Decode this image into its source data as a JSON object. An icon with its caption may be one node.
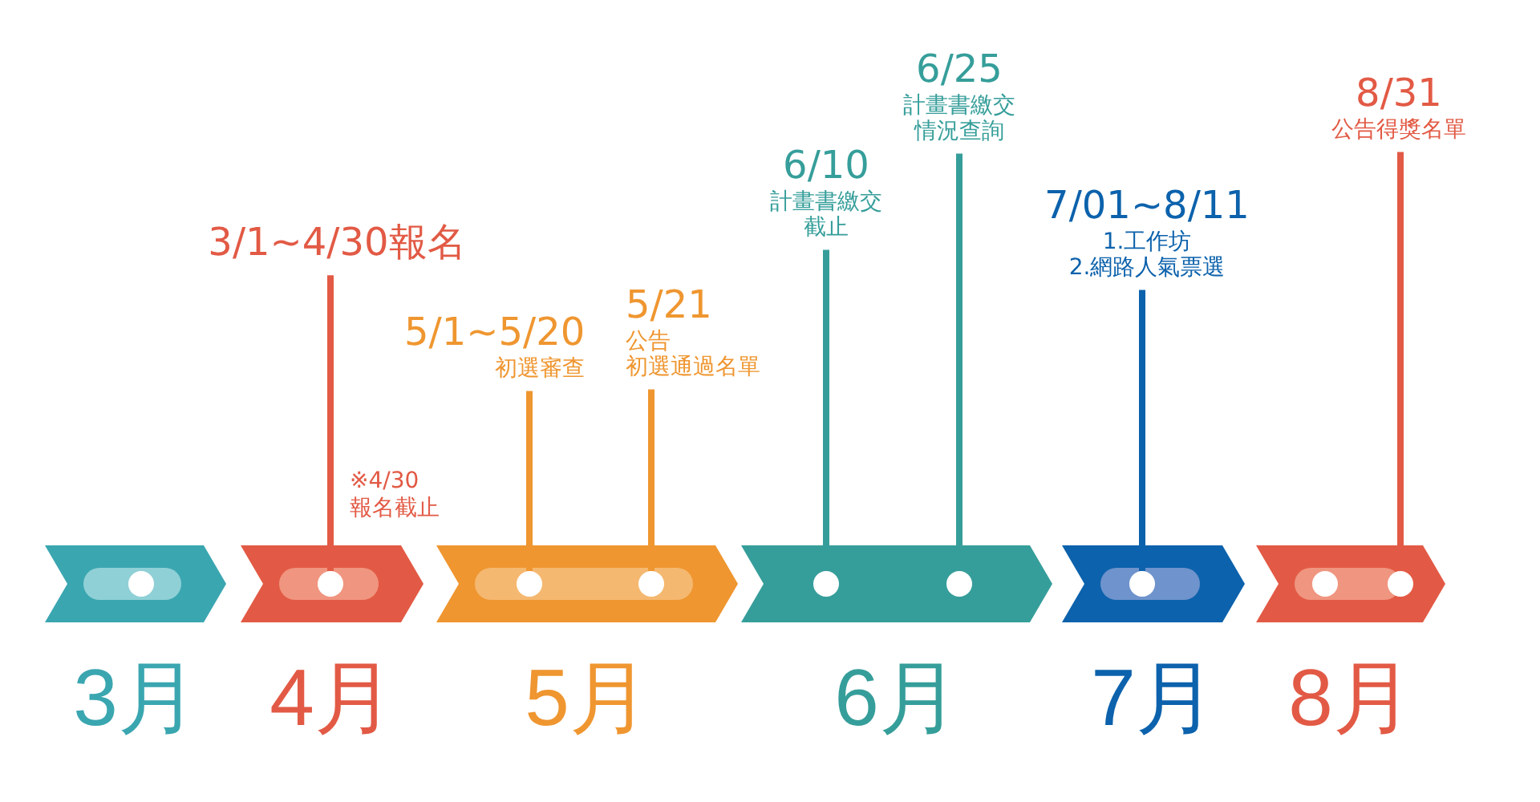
{
  "diagram": {
    "nodes": [
      {
        "text": [
          "3月"
        ]
      },
      {
        "text": [],
        "shape": "circle",
        "in": 0
      },
      {
        "text": [
          "4月"
        ]
      },
      {
        "text": [],
        "shape": "circle",
        "in": 2
      },
      {
        "text": [
          "5月"
        ]
      },
      {
        "text": [],
        "shape": "circle",
        "in": 4
      },
      {
        "text": [],
        "shape": "circle",
        "in": 4
      },
      {
        "text": [
          "6月"
        ]
      },
      {
        "text": [],
        "shape": "circle",
        "in": 7
      },
      {
        "text": [],
        "shape": "circle",
        "in": 7
      },
      {
        "text": [
          "7月"
        ]
      },
      {
        "text": [],
        "shape": "circle",
        "in": 10
      },
      {
        "text": [
          "8月"
        ]
      },
      {
        "text": [],
        "shape": "circle",
        "in": 12
      },
      {
        "text": [],
        "shape": "circle",
        "in": 12
      },
      {
        "text": [
          "3/1~4/30報名"
        ]
      },
      {
        "text": [
          "5/1~5/20",
          "初選審查"
        ]
      },
      {
        "text": [
          "5/21",
          "公告",
          "初選通過名單"
        ]
      },
      {
        "text": [
          "6/10",
          "計畫書繳交",
          "截止"
        ]
      },
      {
        "text": [
          "6/25",
          "計畫書繳交",
          "情況查詢"
        ]
      },
      {
        "text": [
          "7/01~8/11",
          "1.工作坊",
          "2.網路人氣票選"
        ]
      },
      {
        "text": [
          "8/31",
          "公告得獎名單"
        ]
      }
    ],
    "edges": [
      {
        "from": 15,
        "to": 3,
        "arrow": "none",
        "color": "#e25a45"
      },
      {
        "from": 16,
        "to": 5,
        "arrow": "none",
        "color": "#ef9630"
      },
      {
        "from": 17,
        "to": 6,
        "arrow": "none",
        "color": "#ef9630"
      },
      {
        "from": 18,
        "to": 8,
        "arrow": "none",
        "color": "#369e9a"
      },
      {
        "from": 19,
        "to": 9,
        "arrow": "none",
        "color": "#369e9a"
      },
      {
        "from": 20,
        "to": 11,
        "arrow": "none",
        "color": "#0c62ac"
      },
      {
        "from": 21,
        "to": 14,
        "arrow": "none",
        "color": "#e25a45"
      }
    ],
    "labels": [
      "※4/30 報名截止"
    ]
  }
}
